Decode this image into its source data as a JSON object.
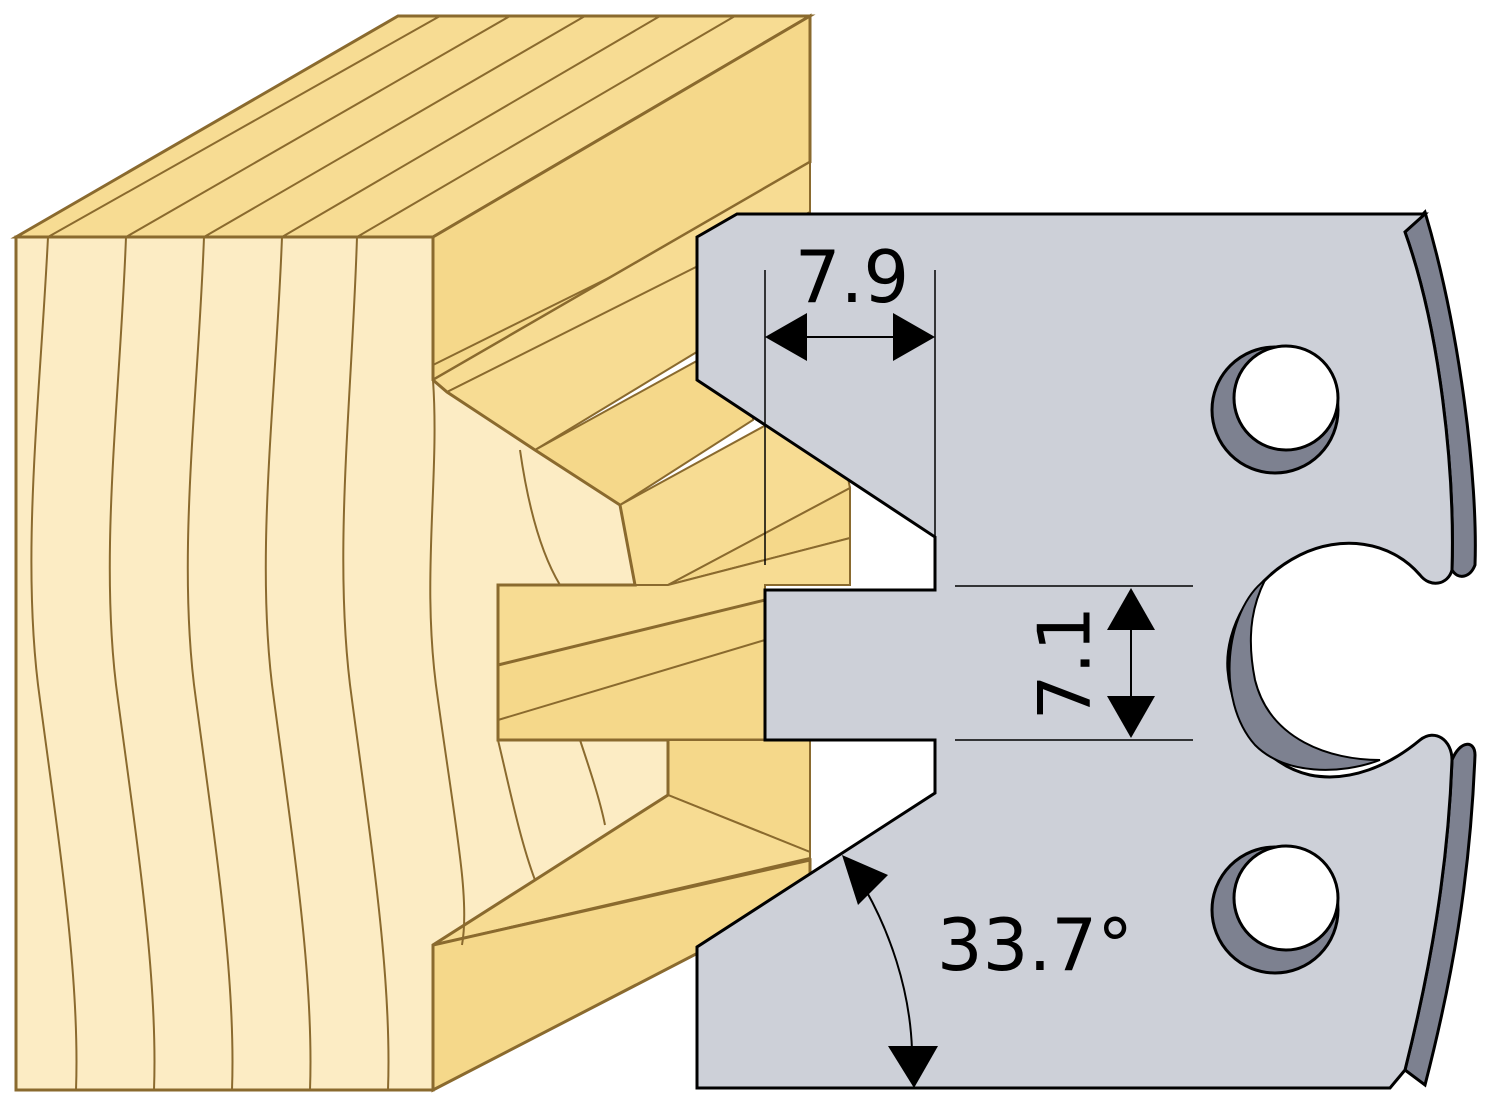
{
  "dimensions": {
    "groove_width": "7.9",
    "tongue_height": "7.1",
    "bevel_angle": "33.7°"
  },
  "colors": {
    "wood_face": "#fcecc4",
    "wood_top": "#f7dc93",
    "wood_side": "#f5d88a",
    "wood_line": "#8a6a2e",
    "blade_face": "#cdd0d8",
    "blade_edge": "#7d8190",
    "outline": "#000000"
  }
}
